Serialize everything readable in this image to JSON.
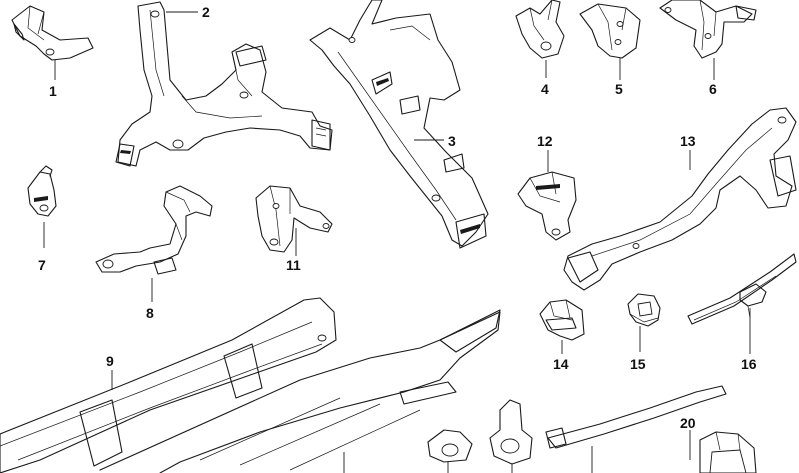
{
  "parts": [
    {
      "number": "1"
    },
    {
      "number": "2"
    },
    {
      "number": "3"
    },
    {
      "number": "4"
    },
    {
      "number": "5"
    },
    {
      "number": "6"
    },
    {
      "number": "7"
    },
    {
      "number": "8"
    },
    {
      "number": "9"
    },
    {
      "number": "11"
    },
    {
      "number": "12"
    },
    {
      "number": "13"
    },
    {
      "number": "14"
    },
    {
      "number": "15"
    },
    {
      "number": "16"
    },
    {
      "number": "20"
    }
  ],
  "colors": {
    "line": "#1a1a1a",
    "background": "#ffffff"
  }
}
